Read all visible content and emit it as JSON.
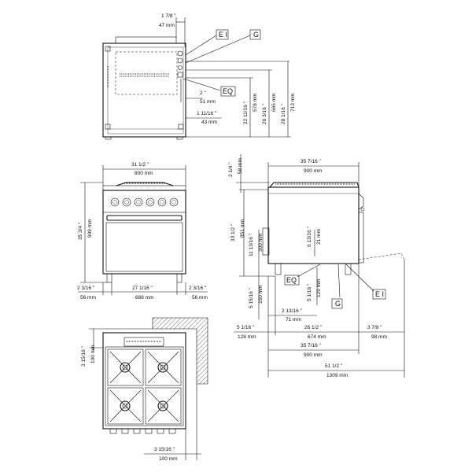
{
  "top_view": {
    "d1_in": "1 7/8 \"",
    "d1_mm": "47 mm",
    "d2_in": "2 \"",
    "d2_mm": "51 mm",
    "d3_in": "1 11/16 \"",
    "d3_mm": "43 mm",
    "h1_in": "22 11/16 \"",
    "h1_mm": "576 mm",
    "h2_in": "26 3/16 \"",
    "h2_mm": "665 mm",
    "h3_in": "28 1/16 \"",
    "h3_mm": "713 mm",
    "tag_ei": "E I",
    "tag_g": "G",
    "tag_eq": "EQ"
  },
  "front_view": {
    "w_in": "31 1/2 \"",
    "w_mm": "800 mm",
    "h_in": "35 3/4 \"",
    "h_mm": "909 mm",
    "left_in": "2 3/16 \"",
    "left_mm": "56 mm",
    "mid_in": "27 1/16 \"",
    "mid_mm": "688 mm",
    "right_in": "2 3/16 \"",
    "right_mm": "56 mm"
  },
  "side_view": {
    "top_in": "2 1/4 \"",
    "top_mm": "58 mm",
    "w_in": "35 7/16 \"",
    "w_mm": "900 mm",
    "h_in": "33 1/2 \"",
    "h_mm": "851 mm",
    "h2_in": "11 13/16 \"",
    "h2_mm": "300 mm",
    "h3_in": "0 13/16 \"",
    "h3_mm": "21 mm",
    "h4_in": "5 15/16 \"",
    "h4_mm": "150 mm",
    "h5_in": "5 1/16 \"",
    "h5_mm": "129 mm",
    "d1_in": "2 13/16 \"",
    "d1_mm": "71 mm",
    "b1_in": "5 1/16 \"",
    "b1_mm": "128 mm",
    "b2_in": "26 1/2 \"",
    "b2_mm": "674 mm",
    "b3_in": "3 7/8 \"",
    "b3_mm": "98 mm",
    "b4_in": "35 7/16 \"",
    "b4_mm": "900 mm",
    "b5_in": "51 1/2 \"",
    "b5_mm": "1309 mm",
    "tag_eq": "EQ",
    "tag_g": "G",
    "tag_ei": "E I"
  },
  "plan_view": {
    "v_in": "3 15/16 \"",
    "v_mm": "100 mm",
    "h_in": "3 15/16 \"",
    "h_mm": "100 mm"
  }
}
